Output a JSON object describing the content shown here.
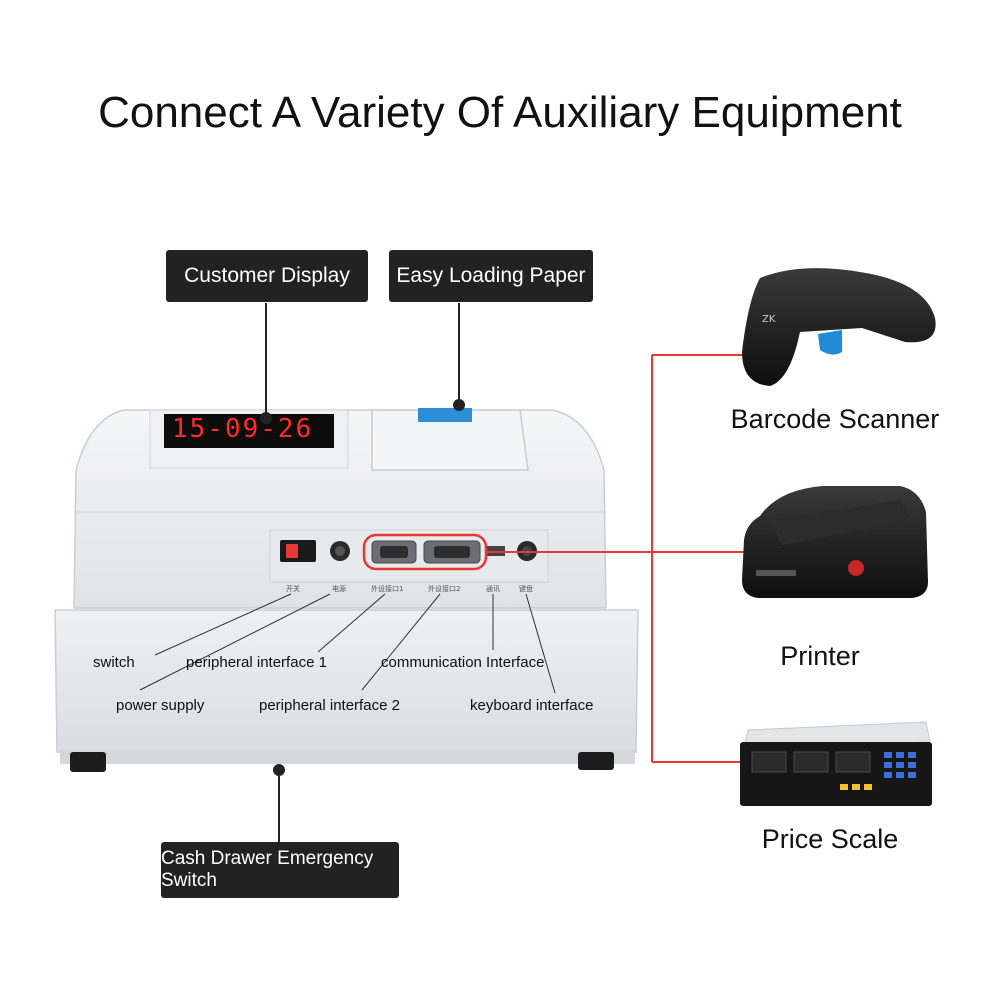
{
  "title": "Connect A Variety Of Auxiliary Equipment",
  "callouts": {
    "customer_display": "Customer Display",
    "easy_loading_paper": "Easy Loading Paper",
    "cash_drawer_switch": "Cash Drawer Emergency Switch"
  },
  "display_readout": "15-09-26",
  "port_labels": {
    "switch": "switch",
    "power_supply": "power supply",
    "peripheral_1": "peripheral interface 1",
    "peripheral_2": "peripheral interface 2",
    "communication": "communication Interface",
    "keyboard": "keyboard interface"
  },
  "panel_marks": {
    "switch": "开关",
    "power": "电源",
    "peripheral_1": "外设接口1",
    "peripheral_2": "外设接口2",
    "communication": "通讯",
    "keyboard": "键盘"
  },
  "devices": {
    "barcode_scanner": "Barcode Scanner",
    "printer": "Printer",
    "price_scale": "Price Scale"
  },
  "colors": {
    "accent_red": "#e53935",
    "tag_bg": "#222222",
    "led_red": "#ff2a2a"
  }
}
